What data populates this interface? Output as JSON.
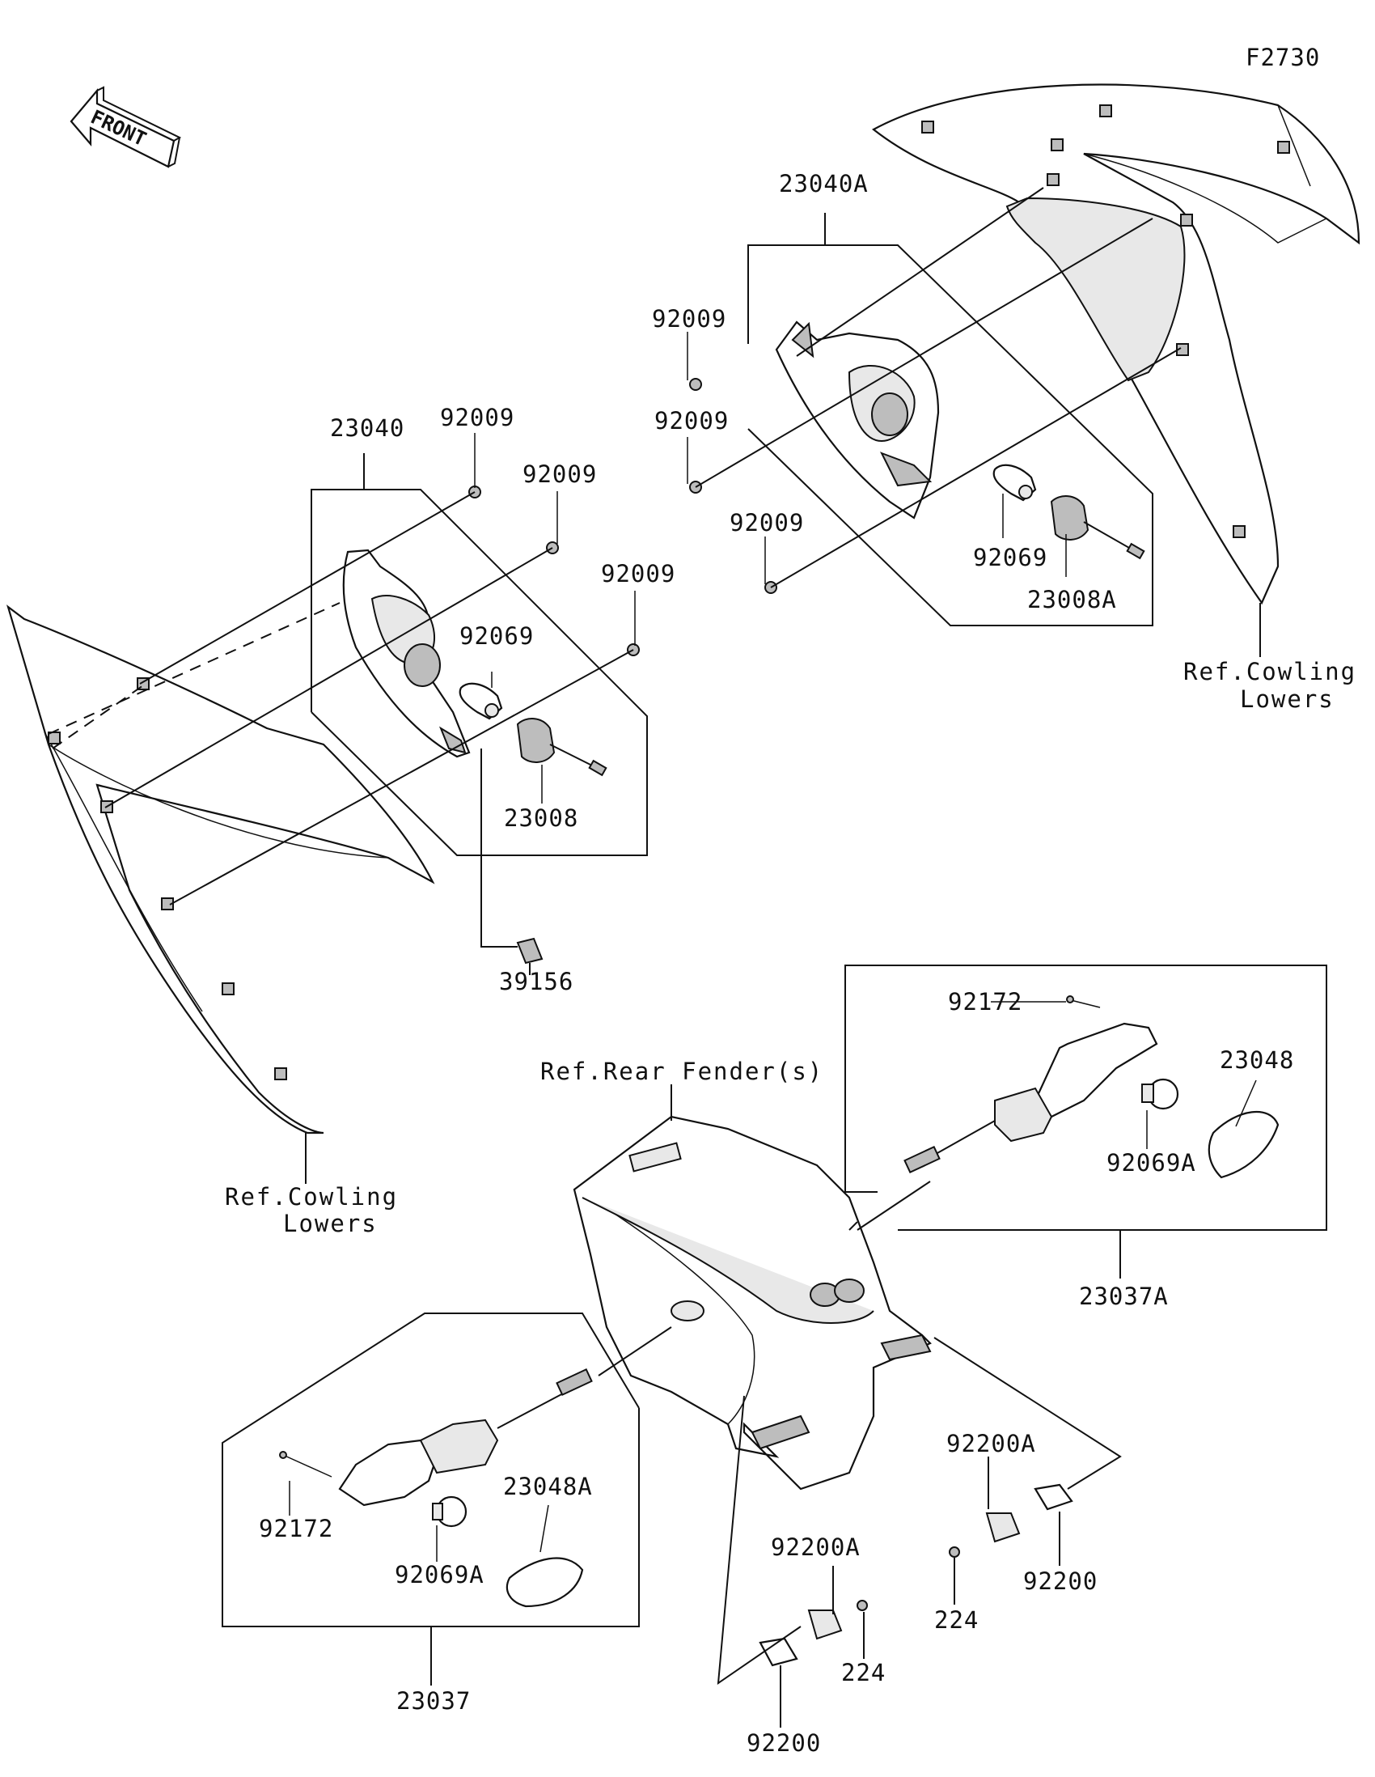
{
  "figure_code": "F2730",
  "front_arrow_label": "FRONT",
  "labels": {
    "p23040A": "23040A",
    "p23040": "23040",
    "p92009_a": "92009",
    "p92009_b": "92009",
    "p92009_c": "92009",
    "p92009_d": "92009",
    "p92009_e": "92009",
    "p92009_f": "92009",
    "p92069_a": "92069",
    "p92069_b": "92069",
    "p23008A": "23008A",
    "p23008": "23008",
    "p39156": "39156",
    "ref_cowling_right_1": "Ref.Cowling",
    "ref_cowling_right_2": "Lowers",
    "ref_cowling_left_1": "Ref.Cowling",
    "ref_cowling_left_2": "Lowers",
    "ref_rear_fender": "Ref.Rear Fender(s)",
    "p92172_a": "92172",
    "p92172_b": "92172",
    "p23048": "23048",
    "p23048A": "23048A",
    "p92069A_a": "92069A",
    "p92069A_b": "92069A",
    "p23037A": "23037A",
    "p23037": "23037",
    "p92200A_a": "92200A",
    "p92200A_b": "92200A",
    "p92200_a": "92200",
    "p92200_b": "92200",
    "p224_a": "224",
    "p224_b": "224"
  }
}
